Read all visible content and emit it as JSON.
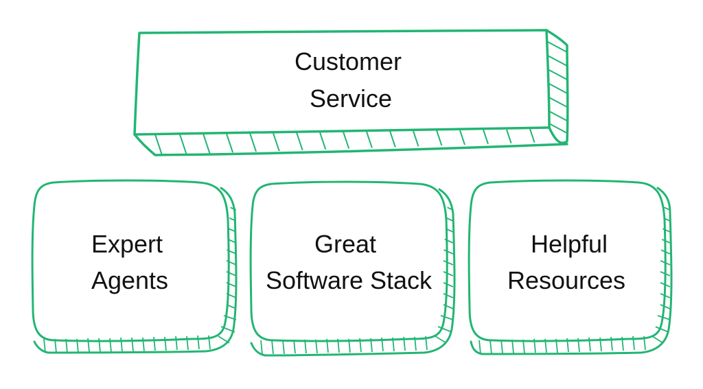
{
  "colors": {
    "stroke": "#22b573",
    "text": "#111111",
    "background": "#ffffff"
  },
  "top_box": {
    "line1": "Customer",
    "line2": "Service"
  },
  "boxes": [
    {
      "line1": "Expert",
      "line2": "Agents"
    },
    {
      "line1": "Great",
      "line2": "Software Stack"
    },
    {
      "line1": "Helpful",
      "line2": "Resources"
    }
  ]
}
